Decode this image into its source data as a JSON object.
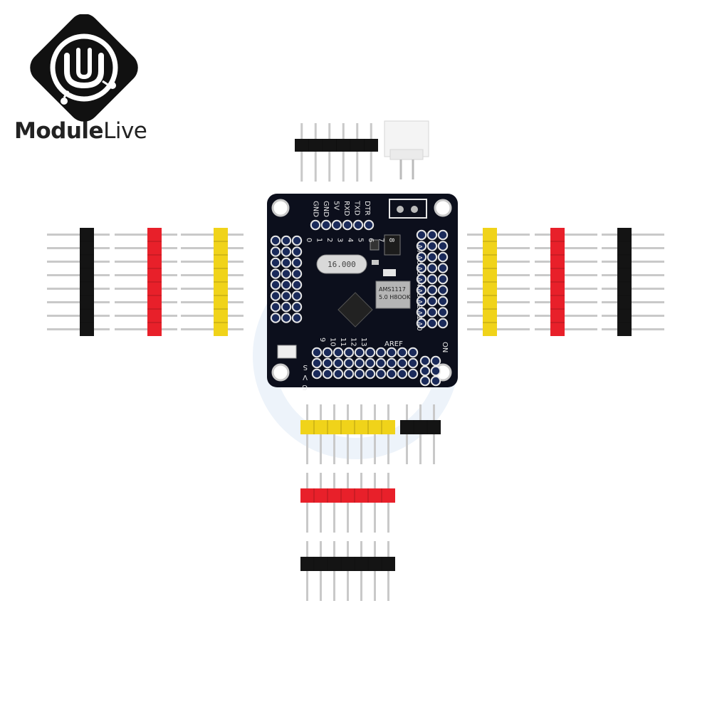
{
  "brand": {
    "name_bold": "Module",
    "name_light": "Live",
    "logo_icon": "circuit-u-icon",
    "colors": {
      "logo_bg": "#111111",
      "text": "#222222"
    }
  },
  "board": {
    "top_labels": [
      "DTR",
      "TXD",
      "RXD",
      "5V",
      "GND",
      "GND"
    ],
    "left_digital": [
      "0",
      "1",
      "2",
      "3",
      "4",
      "5",
      "6",
      "7",
      "8"
    ],
    "right_analog": [
      "A7",
      "A6",
      "A5",
      "A4",
      "A3",
      "A2",
      "A1",
      "A0"
    ],
    "bottom_digital": [
      "9",
      "10",
      "11",
      "12",
      "13"
    ],
    "bottom_left_labels": [
      "S",
      "V",
      "G"
    ],
    "aref_label": "AREF",
    "on_label": "ON",
    "crystal_label": "16.000",
    "regulator_label": "AMS1117",
    "regulator_sub": "5.0 H8OOK",
    "colors": {
      "pcb": "#0c0f1c",
      "pad_ring": "#e6e6e6",
      "pad_hole": "#1a2a5a"
    }
  },
  "headers": {
    "colors": {
      "black": "#141414",
      "red": "#e8202a",
      "yellow": "#f0d31a",
      "pin": "#c9c9c9"
    }
  }
}
